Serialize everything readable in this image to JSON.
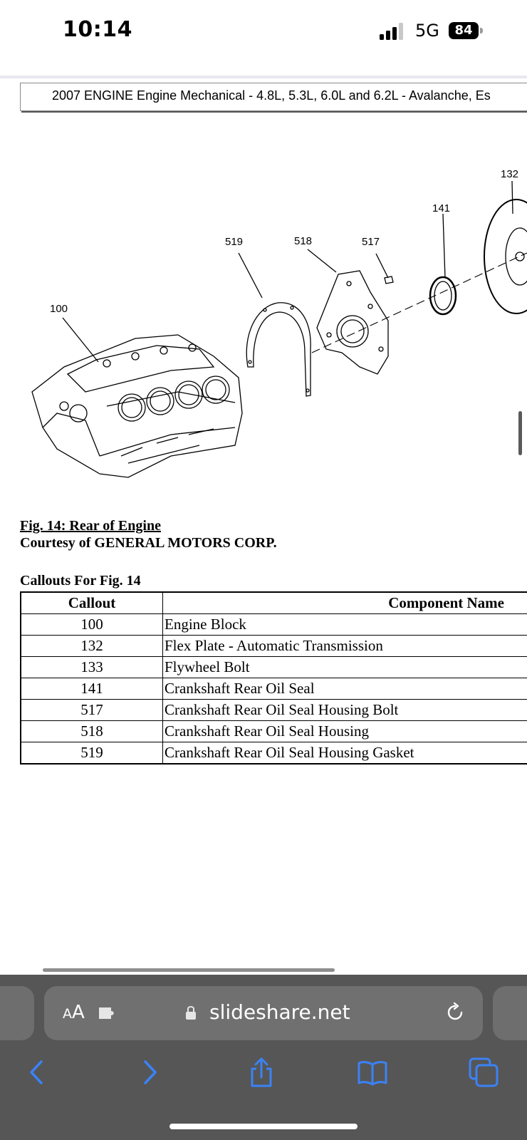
{
  "status": {
    "time": "10:14",
    "network": "5G",
    "battery": "84"
  },
  "doc": {
    "header": "2007 ENGINE Engine Mechanical - 4.8L, 5.3L, 6.0L and 6.2L - Avalanche, Es"
  },
  "diagram": {
    "callouts": [
      "100",
      "519",
      "518",
      "517",
      "141",
      "132"
    ]
  },
  "figure": {
    "title": "Fig. 14: Rear of Engine",
    "courtesy": "Courtesy of GENERAL MOTORS CORP."
  },
  "table": {
    "title": "Callouts For Fig. 14",
    "headers": {
      "callout": "Callout",
      "name": "Component Name"
    },
    "rows": [
      {
        "callout": "100",
        "name": "Engine Block"
      },
      {
        "callout": "132",
        "name": "Flex Plate - Automatic Transmission"
      },
      {
        "callout": "133",
        "name": "Flywheel Bolt"
      },
      {
        "callout": "141",
        "name": "Crankshaft Rear Oil Seal"
      },
      {
        "callout": "517",
        "name": "Crankshaft Rear Oil Seal Housing Bolt"
      },
      {
        "callout": "518",
        "name": "Crankshaft Rear Oil Seal Housing"
      },
      {
        "callout": "519",
        "name": "Crankshaft Rear Oil Seal Housing Gasket"
      }
    ]
  },
  "browser": {
    "aa_label_small": "A",
    "aa_label": "A",
    "url": "slideshare.net",
    "icons": [
      "puzzle-icon",
      "lock-icon",
      "reload-icon",
      "back-icon",
      "forward-icon",
      "share-icon",
      "bookmarks-icon",
      "tabs-icon"
    ]
  },
  "colors": {
    "ios_blue": "#3b82f6",
    "toolbar_bg": "#565656",
    "pill_bg": "#707070"
  }
}
